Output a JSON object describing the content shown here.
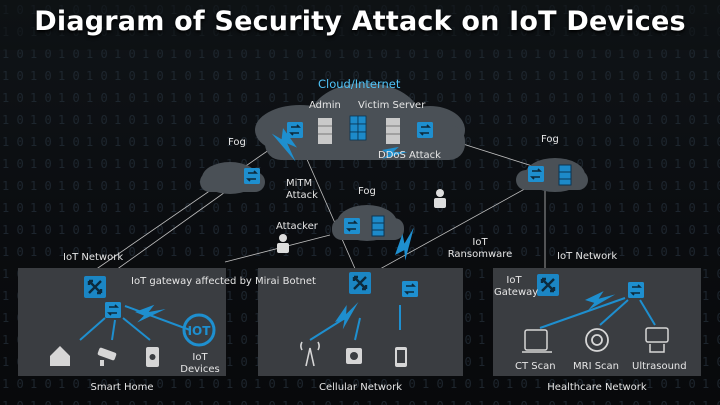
{
  "title": "Diagram of Security Attack on IoT Devices",
  "cloud": {
    "title": "Cloud/Internet",
    "admin": "Admin",
    "victim_server": "Victim Server"
  },
  "fog_labels": [
    "Fog",
    "Fog",
    "Fog"
  ],
  "attacks": {
    "ddos": "DDoS Attack",
    "mitm": "MiTM Attack",
    "attacker": "Attacker",
    "ransomware": "IoT Ransomware"
  },
  "networks": {
    "smart_home": {
      "network_label": "IoT Network",
      "gateway_label": "IoT gateway affected by Mirai Botnet",
      "caption": "Smart Home",
      "iot_devices": "IoT Devices"
    },
    "cellular": {
      "caption": "Cellular Network"
    },
    "healthcare": {
      "network_label": "IoT Network",
      "gateway_label": "IoT Gateway",
      "caption": "Healthcare Network",
      "devices": [
        "CT Scan",
        "MRI Scan",
        "Ultrasound"
      ]
    }
  },
  "colors": {
    "accent": "#1f9bd1",
    "cloud": "#4a5056",
    "panel": "#3a3d41",
    "bolt": "#1e8fcf"
  }
}
